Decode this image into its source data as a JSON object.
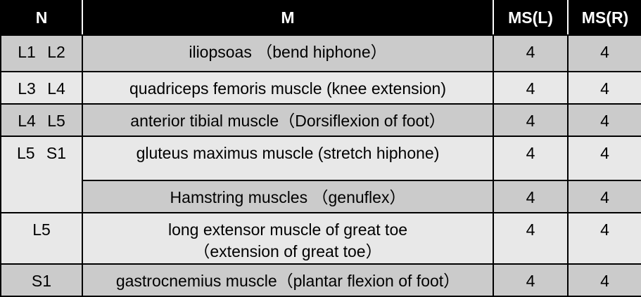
{
  "table": {
    "headers": {
      "nerve": "N",
      "muscle": "M",
      "ms_left": "MS(L)",
      "ms_right": "MS(R)"
    },
    "rows": [
      {
        "nerve": "L1  L2",
        "muscle": "iliopsoas （bend hiphone）",
        "ms_left": "4",
        "ms_right": "4"
      },
      {
        "nerve": "L3  L4",
        "muscle": "quadriceps femoris muscle (knee extension)",
        "ms_left": "4",
        "ms_right": "4"
      },
      {
        "nerve": "L4  L5",
        "muscle": "anterior tibial muscle（Dorsiflexion of foot）",
        "ms_left": "4",
        "ms_right": "4"
      },
      {
        "nerve": "L5  S1",
        "muscle": "gluteus maximus muscle (stretch hiphone)",
        "ms_left": "4",
        "ms_right": "4"
      },
      {
        "nerve": "",
        "muscle": "Hamstring muscles （genuflex）",
        "ms_left": "4",
        "ms_right": "4"
      },
      {
        "nerve": "L5",
        "muscle_line1": "long extensor muscle of great toe",
        "muscle_line2": "（extension of great toe）",
        "ms_left": "4",
        "ms_right": "4"
      },
      {
        "nerve": "S1",
        "muscle": "gastrocnemius muscle（plantar flexion of foot）",
        "ms_left": "4",
        "ms_right": "4"
      }
    ]
  },
  "colors": {
    "header_bg": "#000000",
    "header_text": "#ffffff",
    "row_dark": "#cbcbcb",
    "row_light": "#e8e8e8",
    "grid": "#000000"
  }
}
